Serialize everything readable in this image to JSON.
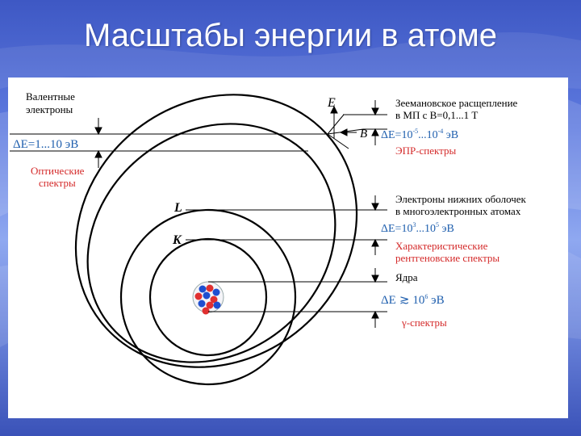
{
  "slide": {
    "title": "Масштабы энергии в атоме"
  },
  "diagram": {
    "left": {
      "valence_line1": "Валентные",
      "valence_line2": "электроны",
      "delta_e": "ΔE=1...10 эВ",
      "optical_line1": "Оптические",
      "optical_line2": "спектры"
    },
    "shells": {
      "L": "L",
      "K": "K",
      "energy_axis": "E",
      "field": "B"
    },
    "right": {
      "zeeman_line1": "Зеемановское расщепление",
      "zeeman_line2": "в МП с B=0,1...1 Т",
      "epr_delta_main": "ΔE=10",
      "epr_exp1": "-5",
      "epr_dots": "...10",
      "epr_exp2": "-4",
      "epr_unit": " эВ",
      "epr_spectra": "ЭПР-спектры",
      "inner_line1": "Электроны нижних оболочек",
      "inner_line2": "в многоэлектронных атомах",
      "xray_delta_main": "ΔE=10",
      "xray_exp1": "3",
      "xray_dots": "...10",
      "xray_exp2": "5",
      "xray_unit": " эВ",
      "xray_line1": "Характеристические",
      "xray_line2": "рентгеновские спектры",
      "nuclei": "Ядра",
      "nuc_delta": "ΔE",
      "nuc_geq": "≳",
      "nuc_ten": "10",
      "nuc_exp": "6",
      "nuc_unit": " эВ",
      "gamma": "γ-спектры"
    }
  },
  "colors": {
    "label_blue": "#1f5fae",
    "label_red": "#d42a2a",
    "line": "#000000"
  }
}
